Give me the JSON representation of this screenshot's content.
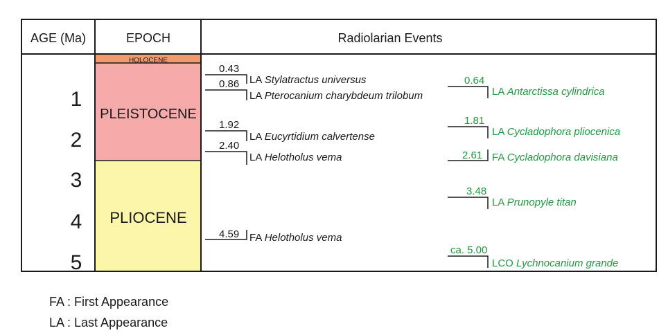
{
  "header": {
    "age": "AGE (Ma)",
    "epoch": "EPOCH",
    "events": "Radiolarian Events"
  },
  "age_ticks": [
    "1",
    "2",
    "3",
    "4",
    "5"
  ],
  "epochs": [
    {
      "name": "HOLOCENE",
      "color": "#f29a6e"
    },
    {
      "name": "PLEISTOCENE",
      "color": "#f6aaaa"
    },
    {
      "name": "PLIOCENE",
      "color": "#fcf6aa"
    }
  ],
  "events_left": [
    {
      "age": "0.43",
      "type": "LA",
      "taxon": "Stylatractus universus"
    },
    {
      "age": "0.86",
      "type": "LA",
      "taxon": "Pterocanium charybdeum trilobum"
    },
    {
      "age": "1.92",
      "type": "LA",
      "taxon": "Eucyrtidium calvertense"
    },
    {
      "age": "2.40",
      "type": "LA",
      "taxon": "Helotholus vema"
    },
    {
      "age": "4.59",
      "type": "FA",
      "taxon": "Helotholus vema"
    }
  ],
  "events_right": [
    {
      "age": "0.64",
      "type": "LA",
      "taxon": "Antarctissa cylindrica"
    },
    {
      "age": "1.81",
      "type": "LA",
      "taxon": "Cycladophora pliocenica"
    },
    {
      "age": "2.61",
      "type": "FA",
      "taxon": "Cycladophora davisiana"
    },
    {
      "age": "3.48",
      "type": "LA",
      "taxon": "Prunopyle titan"
    },
    {
      "age": "ca. 5.00",
      "type": "LCO",
      "taxon": "Lychnocanium grande"
    }
  ],
  "legend": [
    "FA : First Appearance",
    "LA : Last Appearance"
  ],
  "colors": {
    "green_events": "#1e9a3c",
    "black_events": "#1a1a1a"
  }
}
